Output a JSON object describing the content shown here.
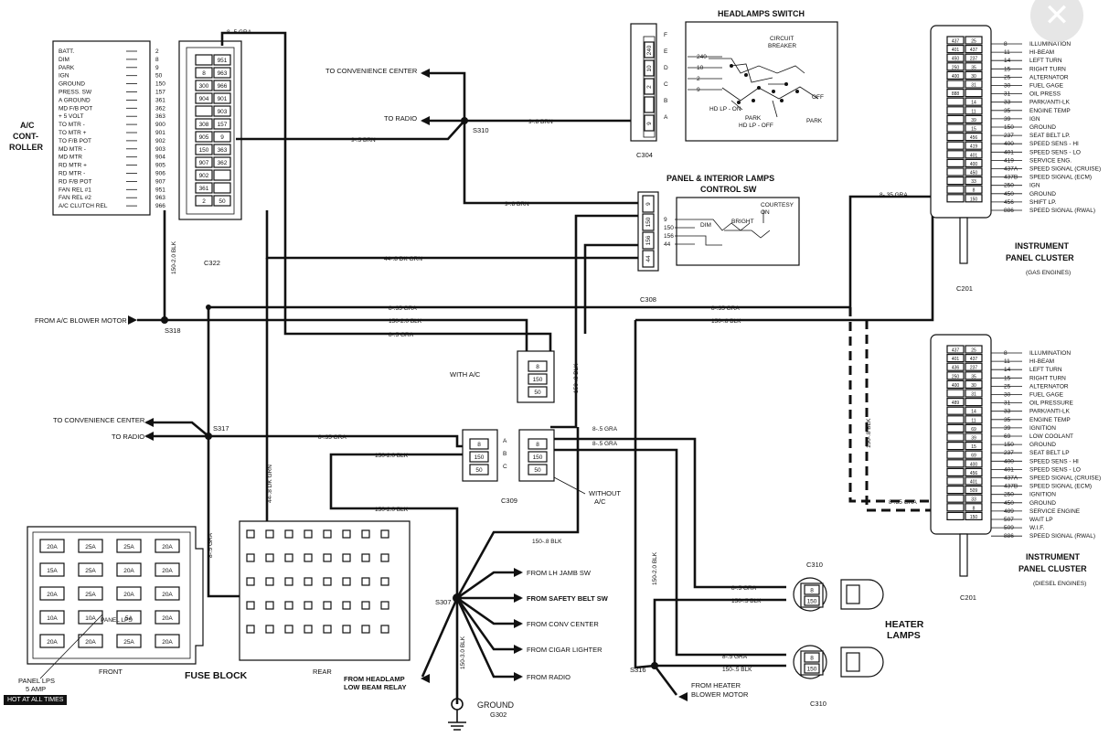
{
  "close_button": {
    "glyph": "✕",
    "icon": "close-icon"
  },
  "hot_note": "HOT AT ALL TIMES",
  "ac_controller": {
    "title_lines": [
      "A/C",
      "CONT-",
      "ROLLER"
    ],
    "pins": [
      {
        "name": "BATT.",
        "num": "2"
      },
      {
        "name": "DIM",
        "num": "8"
      },
      {
        "name": "PARK",
        "num": "9"
      },
      {
        "name": "IGN",
        "num": "50"
      },
      {
        "name": "GROUND",
        "num": "150"
      },
      {
        "name": "PRESS. SW",
        "num": "157"
      },
      {
        "name": "A GROUND",
        "num": "361"
      },
      {
        "name": "MD F/B POT",
        "num": "362"
      },
      {
        "name": "+ 5 VOLT",
        "num": "363"
      },
      {
        "name": "TO MTR -",
        "num": "900"
      },
      {
        "name": "TO MTR +",
        "num": "901"
      },
      {
        "name": "TO F/B POT",
        "num": "902"
      },
      {
        "name": "MD MTR -",
        "num": "903"
      },
      {
        "name": "MD MTR",
        "num": "904"
      },
      {
        "name": "RD MTR +",
        "num": "905"
      },
      {
        "name": "RD MTR -",
        "num": "906"
      },
      {
        "name": "RD F/B POT",
        "num": "907"
      },
      {
        "name": "FAN REL #1",
        "num": "951"
      },
      {
        "name": "FAN REL #2",
        "num": "963"
      },
      {
        "name": "A/C CLUTCH REL",
        "num": "966"
      }
    ]
  },
  "c322": {
    "label": "C322",
    "cells": [
      [
        "",
        "951"
      ],
      [
        "8",
        "963"
      ],
      [
        "300",
        "966"
      ],
      [
        "904",
        "901"
      ],
      [
        "",
        "903"
      ],
      [
        "308",
        "157"
      ],
      [
        "905",
        "9"
      ],
      [
        "150",
        "363"
      ],
      [
        "907",
        "362"
      ],
      [
        "902",
        ""
      ],
      [
        "361",
        ""
      ],
      [
        "2",
        "50"
      ]
    ]
  },
  "wires": {
    "w1": "8-.5 GRA",
    "w2": "9-.5 BRN",
    "w3": "9-.8 BRN",
    "w4": "9-.8 BRN",
    "w5": "44-.8 DK GRN",
    "w6": "8-.35 GRA",
    "w7": "150-2.0 BLK",
    "w8": "8-.5 GRA",
    "w9": "150-2.0 BLK",
    "w10": "8-.35 GRA",
    "w11": "150-.8 BLK",
    "w12": "8-.35 GRA",
    "w13": "150-2.0 BLK",
    "w14": "150-2.0 BLK",
    "w15": "8-.5 GRA",
    "w16": "8-.5 GRA",
    "w17": "150-.8 BLK",
    "w18": "8-.5 GRA",
    "w19": "150-.5 BLK",
    "w20": "8-.5 GRA",
    "w21": "150-.5 BLK",
    "w22": "150-3.0 BLK",
    "w23": "44-.8 DK GRN",
    "w24": "8-.5 GRA",
    "w25": "150-.8 BLK",
    "w26": "150-2.0 BLK",
    "w27": "150-.8 BLK",
    "w28": "8-.35 GRA",
    "w29": "150-2.0 BLK",
    "w30": "8-.35 GRA"
  },
  "splices": {
    "s310": "S310",
    "s318": "S318",
    "s317": "S317",
    "s307": "S307",
    "s316": "S316"
  },
  "connectors": {
    "c304": "C304",
    "c308": "C308",
    "c309": "C309",
    "c201a": "C201",
    "c201b": "C201",
    "c310a": "C310",
    "c310b": "C310",
    "g302": "G302"
  },
  "labels": {
    "to_conv_center": "TO CONVENIENCE CENTER",
    "to_radio": "TO RADIO",
    "from_ac_blower": "FROM A/C BLOWER MOTOR",
    "to_conv_center2": "TO CONVENIENCE CENTER",
    "to_radio2": "TO RADIO",
    "with_ac": "WITH A/C",
    "without_ac": "WITHOUT",
    "without_ac2": "A/C",
    "from_lh_jamb": "FROM LH JAMB SW",
    "from_safety_belt": "FROM SAFETY BELT SW",
    "from_conv_center": "FROM CONV CENTER",
    "from_cigar": "FROM CIGAR LIGHTER",
    "from_radio": "FROM RADIO",
    "from_headlamp": "FROM HEADLAMP",
    "low_beam_relay": "LOW BEAM RELAY",
    "ground": "GROUND",
    "from_heater1": "FROM HEATER",
    "from_heater2": "BLOWER MOTOR",
    "heater_lamps1": "HEATER",
    "heater_lamps2": "LAMPS",
    "fuse_block": "FUSE BLOCK",
    "front": "FRONT",
    "rear": "REAR",
    "panel_lps1": "PANEL LPS",
    "panel_lps2": "5 AMP",
    "panel_lps_fuse": "PANEL LPS"
  },
  "headlamp_switch": {
    "title": "HEADLAMPS SWITCH",
    "circuit_breaker1": "CIRCUIT",
    "circuit_breaker2": "BREAKER",
    "hd_lp_on": "HD LP - ON",
    "hd_lp_off": "HD LP - OFF",
    "park": "PARK",
    "park2": "PARK",
    "off": "OFF",
    "pins": [
      "240",
      "10",
      "2",
      "9"
    ],
    "letters": [
      "F",
      "E",
      "D",
      "C",
      "B",
      "A"
    ],
    "cavities": [
      "240",
      "10",
      "2",
      "",
      "9"
    ]
  },
  "panel_lamps_switch": {
    "title1": "PANEL & INTERIOR LAMPS",
    "title2": "CONTROL SW",
    "dim": "DIM",
    "bright": "BRIGHT",
    "courtesy1": "COURTESY",
    "courtesy2": "ON",
    "pins": [
      "9",
      "150",
      "156",
      "44"
    ],
    "cavities": [
      "9",
      "150",
      "156",
      "44"
    ]
  },
  "cluster_gas": {
    "title1": "INSTRUMENT",
    "title2": "PANEL CLUSTER",
    "subtitle": "(GAS ENGINES)",
    "pins": [
      {
        "num": "8",
        "name": "ILLUMINATION"
      },
      {
        "num": "11",
        "name": "HI-BEAM"
      },
      {
        "num": "14",
        "name": "LEFT TURN"
      },
      {
        "num": "15",
        "name": "RIGHT TURN"
      },
      {
        "num": "25",
        "name": "ALTERNATOR"
      },
      {
        "num": "30",
        "name": "FUEL GAGE"
      },
      {
        "num": "31",
        "name": "OIL PRESS"
      },
      {
        "num": "33",
        "name": "PARK/ANTI-LK"
      },
      {
        "num": "35",
        "name": "ENGINE TEMP"
      },
      {
        "num": "39",
        "name": "IGN"
      },
      {
        "num": "150",
        "name": "GROUND"
      },
      {
        "num": "237",
        "name": "SEAT BELT LP."
      },
      {
        "num": "400",
        "name": "SPEED SENS - HI"
      },
      {
        "num": "401",
        "name": "SPEED SENS - LO"
      },
      {
        "num": "419",
        "name": "SERVICE ENG."
      },
      {
        "num": "437A",
        "name": "SPEED SIGNAL (CRUISE)"
      },
      {
        "num": "437B",
        "name": "SPEED SIGNAL (ECM)"
      },
      {
        "num": "250",
        "name": "IGN"
      },
      {
        "num": "450",
        "name": "GROUND"
      },
      {
        "num": "456",
        "name": "SHIFT LP."
      },
      {
        "num": "886",
        "name": "SPEED SIGNAL (RWAL)"
      }
    ],
    "cells": [
      [
        "437",
        "25"
      ],
      [
        "401",
        "437"
      ],
      [
        "450",
        "237"
      ],
      [
        "250",
        "35"
      ],
      [
        "400",
        "30"
      ],
      [
        "",
        "31"
      ],
      [
        "888",
        ""
      ],
      [
        "",
        "14"
      ],
      [
        "",
        "11"
      ],
      [
        "",
        "39"
      ],
      [
        "",
        "15"
      ],
      [
        "",
        "456"
      ],
      [
        "",
        "419"
      ],
      [
        "",
        "401"
      ],
      [
        "",
        "400"
      ],
      [
        "",
        "450"
      ],
      [
        "",
        "33"
      ],
      [
        "",
        "8"
      ],
      [
        "",
        "150"
      ]
    ]
  },
  "cluster_diesel": {
    "title1": "INSTRUMENT",
    "title2": "PANEL CLUSTER",
    "subtitle": "(DIESEL ENGINES)",
    "pins": [
      {
        "num": "8",
        "name": "ILLUMINATION"
      },
      {
        "num": "11",
        "name": "HI-BEAM"
      },
      {
        "num": "14",
        "name": "LEFT TURN"
      },
      {
        "num": "15",
        "name": "RIGHT TURN"
      },
      {
        "num": "25",
        "name": "ALTERNATOR"
      },
      {
        "num": "30",
        "name": "FUEL GAGE"
      },
      {
        "num": "31",
        "name": "OIL PRESSURE"
      },
      {
        "num": "33",
        "name": "PARK/ANTI-LK"
      },
      {
        "num": "35",
        "name": "ENGINE TEMP"
      },
      {
        "num": "39",
        "name": "IGNITION"
      },
      {
        "num": "69",
        "name": "LOW COOLANT"
      },
      {
        "num": "150",
        "name": "GROUND"
      },
      {
        "num": "237",
        "name": "SEAT BELT LP"
      },
      {
        "num": "400",
        "name": "SPEED SENS - HI"
      },
      {
        "num": "401",
        "name": "SPEED SENS - LO"
      },
      {
        "num": "437A",
        "name": "SPEED SIGNAL (CRUISE)"
      },
      {
        "num": "437B",
        "name": "SPEED SIGNAL (ECM)"
      },
      {
        "num": "250",
        "name": "IGNITION"
      },
      {
        "num": "450",
        "name": "GROUND"
      },
      {
        "num": "489",
        "name": "SERVICE ENGINE"
      },
      {
        "num": "507",
        "name": "WAIT LP"
      },
      {
        "num": "509",
        "name": "W.I.F."
      },
      {
        "num": "886",
        "name": "SPEED SIGNAL (RWAL)"
      }
    ],
    "cells": [
      [
        "437",
        "25"
      ],
      [
        "401",
        "437"
      ],
      [
        "436",
        "237"
      ],
      [
        "250",
        "35"
      ],
      [
        "400",
        "30"
      ],
      [
        "",
        "31"
      ],
      [
        "489",
        ""
      ],
      [
        "",
        "14"
      ],
      [
        "",
        "11"
      ],
      [
        "",
        "69"
      ],
      [
        "",
        "39"
      ],
      [
        "",
        "15"
      ],
      [
        "",
        "69"
      ],
      [
        "",
        "400"
      ],
      [
        "",
        "456"
      ],
      [
        "",
        "401"
      ],
      [
        "",
        "509"
      ],
      [
        "",
        "33"
      ],
      [
        "",
        "8"
      ],
      [
        "",
        "150"
      ]
    ]
  },
  "fuse_front": {
    "fuses": [
      "20A",
      "25A",
      "25A",
      "20A",
      "15A",
      "25A",
      "20A",
      "20A",
      "20A",
      "25A",
      "20A",
      "20A",
      "10A",
      "10A",
      "5A",
      "20A",
      "20A",
      "20A",
      "25A",
      "20A"
    ]
  },
  "c309_pins": {
    "top": [
      "8",
      "150",
      "50"
    ],
    "letters": [
      "A",
      "B",
      "C"
    ],
    "mid": [
      "8",
      "150",
      "50"
    ],
    "ac": [
      "8",
      "150",
      "50"
    ]
  },
  "c310_pins": {
    "a": [
      "8",
      "150"
    ],
    "b": [
      "8",
      "150"
    ]
  }
}
